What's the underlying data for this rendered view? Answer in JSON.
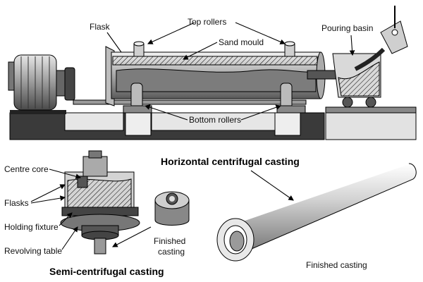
{
  "labels": {
    "flask": "Flask",
    "top_rollers": "Top rollers",
    "sand_mould": "Sand mould",
    "pouring_basin": "Pouring basin",
    "bottom_rollers": "Bottom rollers",
    "horizontal_title": "Horizontal centrifugal casting",
    "centre_core": "Centre core",
    "flasks": "Flasks",
    "holding_fixture": "Holding fixture",
    "revolving_table": "Revolving table",
    "finished_casting_1": "Finished",
    "finished_casting_2": "casting",
    "semi_title": "Semi-centrifugal casting",
    "finished_casting_pipe": "Finished casting"
  },
  "colors": {
    "line": "#000000",
    "dark_gray": "#555555",
    "mid_gray": "#9a9a9a",
    "light_gray": "#d9d9d9"
  }
}
